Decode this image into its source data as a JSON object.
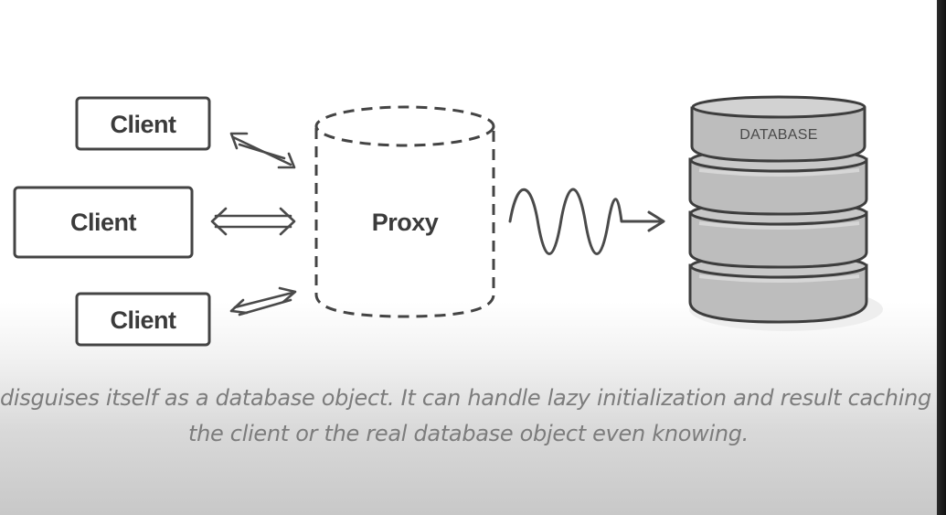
{
  "diagram": {
    "clients": [
      {
        "label": "Client"
      },
      {
        "label": "Client"
      },
      {
        "label": "Client"
      }
    ],
    "proxy": {
      "label": "Proxy"
    },
    "database": {
      "label": "DATABASE"
    }
  },
  "caption": {
    "line1": "disguises itself as a database object. It can handle lazy initialization and result caching v",
    "line2": "the client or the real database object even knowing."
  },
  "colors": {
    "stroke": "#444444",
    "db_body": "#b9b9b9",
    "caption_text": "#7c7c7c"
  }
}
